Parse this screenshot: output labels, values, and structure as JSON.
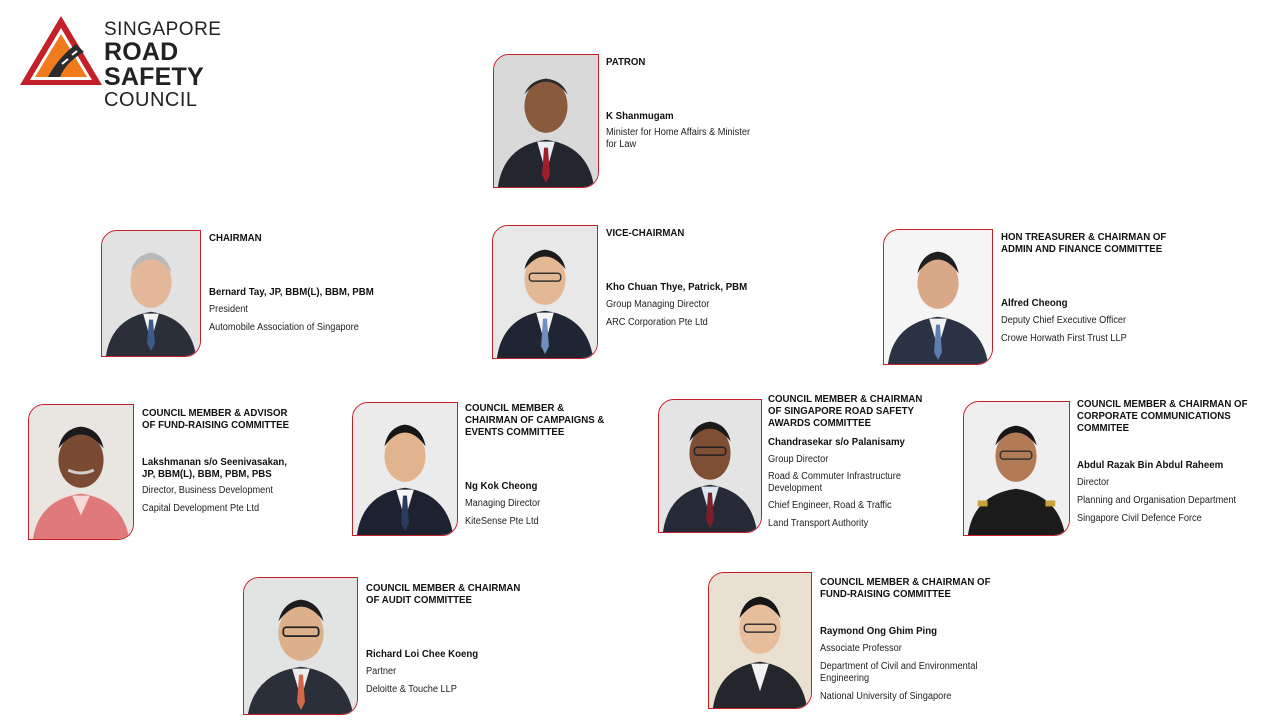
{
  "logo": {
    "line1": "SINGAPORE",
    "line2": "ROAD SAFETY",
    "line3": "COUNCIL",
    "colors": {
      "outer": "#c4202a",
      "inner": "#f07b1f",
      "road": "#2b2b2b"
    }
  },
  "accent_color": "#c4202a",
  "members": {
    "patron": {
      "role": "PATRON",
      "name": "K Shanmugam",
      "lines": [
        "Minister for Home Affairs & Minister for Law"
      ]
    },
    "chairman": {
      "role": "CHAIRMAN",
      "name": "Bernard Tay, JP, BBM(L), BBM, PBM",
      "lines": [
        "President",
        "Automobile Association of Singapore"
      ]
    },
    "vice_chairman": {
      "role": "VICE-CHAIRMAN",
      "name": "Kho Chuan Thye, Patrick, PBM",
      "lines": [
        "Group Managing Director",
        "ARC Corporation Pte Ltd"
      ]
    },
    "hon_treasurer": {
      "role": "HON TREASURER & CHAIRMAN OF ADMIN AND FINANCE COMMITTEE",
      "name": "Alfred Cheong",
      "lines": [
        "Deputy Chief Executive Officer",
        "Crowe Horwath First Trust LLP"
      ]
    },
    "advisor_fundraising": {
      "role": "COUNCIL MEMBER & ADVISOR OF FUND-RAISING COMMITTEE",
      "name": "Lakshmanan s/o Seenivasakan, JP, BBM(L), BBM, PBM, PBS",
      "lines": [
        "Director, Business Development",
        "Capital Development Pte Ltd"
      ]
    },
    "campaigns": {
      "role": "COUNCIL MEMBER & CHAIRMAN OF CAMPAIGNS & EVENTS COMMITTEE",
      "name": "Ng Kok Cheong",
      "lines": [
        "Managing Director",
        "KiteSense Pte Ltd"
      ]
    },
    "awards": {
      "role": "COUNCIL MEMBER & CHAIRMAN OF SINGAPORE ROAD SAFETY AWARDS COMMITTEE",
      "name": "Chandrasekar s/o Palanisamy",
      "lines": [
        "Group Director",
        "Road & Commuter Infrastructure Development",
        "Chief Engineer, Road & Traffic",
        "Land Transport Authority"
      ]
    },
    "corp_comms": {
      "role": "COUNCIL MEMBER & CHAIRMAN OF CORPORATE COMMUNICATIONS COMMITEE",
      "name": "Abdul Razak Bin Abdul Raheem",
      "lines": [
        "Director",
        "Planning and Organisation Department",
        "Singapore Civil Defence Force"
      ]
    },
    "audit": {
      "role": "COUNCIL MEMBER & CHAIRMAN OF AUDIT COMMITTEE",
      "name": "Richard Loi Chee Koeng",
      "lines": [
        "Partner",
        "Deloitte & Touche LLP"
      ]
    },
    "fundraising": {
      "role": "COUNCIL MEMBER & CHAIRMAN OF FUND-RAISING COMMITTEE",
      "name": "Raymond Ong Ghim Ping",
      "lines": [
        "Associate Professor",
        "Department of Civil and Environmental Engineering",
        "National University of Singapore"
      ]
    }
  }
}
